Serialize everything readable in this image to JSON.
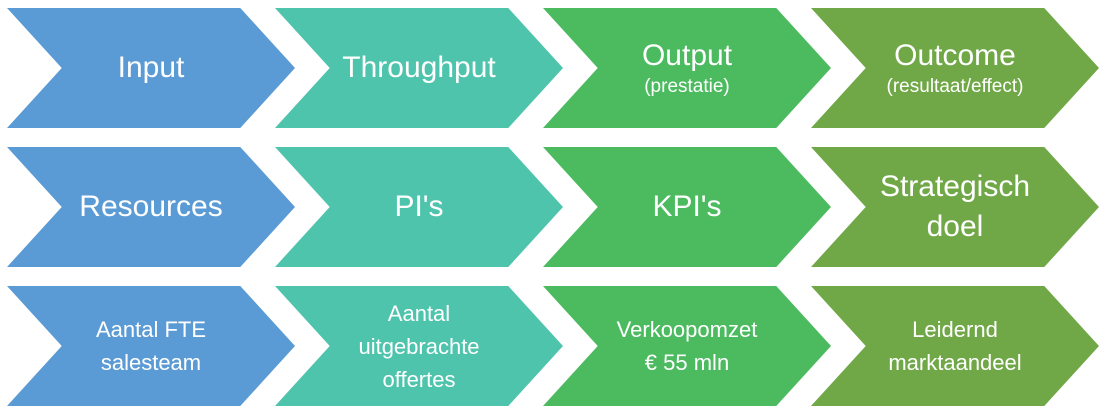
{
  "diagram": {
    "type": "process-chevron-diagram",
    "rows": [
      {
        "cells": [
          {
            "main": "Input",
            "sub": ""
          },
          {
            "main": "Throughput",
            "sub": ""
          },
          {
            "main": "Output",
            "sub": "(prestatie)"
          },
          {
            "main": "Outcome",
            "sub": "(resultaat/effect)"
          }
        ]
      },
      {
        "cells": [
          {
            "main": "Resources",
            "sub": ""
          },
          {
            "main": "PI's",
            "sub": ""
          },
          {
            "main": "KPI's",
            "sub": ""
          },
          {
            "main": "Strategisch\ndoel",
            "sub": ""
          }
        ]
      },
      {
        "cells": [
          {
            "main": "Aantal FTE\nsalesteam",
            "sub": ""
          },
          {
            "main": "Aantal\nuitgebrachte\noffertes",
            "sub": ""
          },
          {
            "main": "Verkoopomzet\n€ 55 mln",
            "sub": ""
          },
          {
            "main": "Leidernd\nmarktaandeel",
            "sub": ""
          }
        ]
      }
    ]
  },
  "colors": {
    "blue": "#5B9BD5",
    "teal": "#4EC4AC",
    "green": "#4CBB60",
    "olive": "#70A847",
    "text": "#FFFFFF",
    "background": "#FFFFFF"
  }
}
